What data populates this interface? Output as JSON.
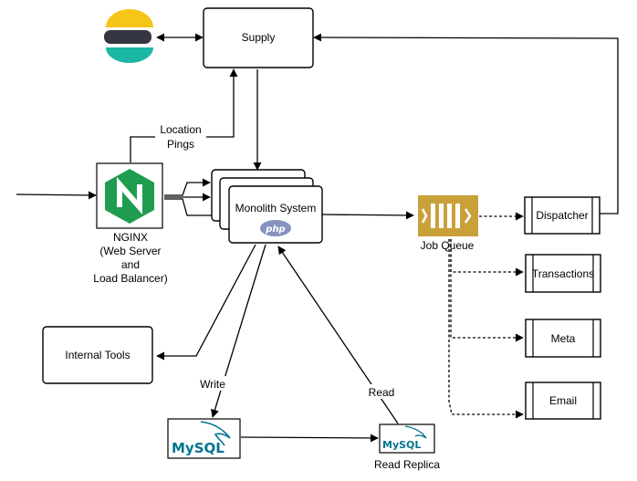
{
  "nodes": {
    "supply": "Supply",
    "nginx_title": "NGINX",
    "nginx_sub1": "(Web Server",
    "nginx_sub2": "and",
    "nginx_sub3": "Load Balancer)",
    "monolith": "Monolith System",
    "php_logo": "php",
    "job_queue": "Job Queue",
    "dispatcher": "Dispatcher",
    "transactions": "Transactions",
    "meta": "Meta",
    "email": "Email",
    "internal_tools": "Internal Tools",
    "mysql_logo": "MySQL",
    "mysql_replica_logo": "MySQL",
    "read_replica": "Read Replica"
  },
  "edge_labels": {
    "location_pings_1": "Location",
    "location_pings_2": "Pings",
    "write": "Write",
    "read": "Read"
  },
  "colors": {
    "nginx_green": "#1f9c4f",
    "queue_gold": "#c9a13a",
    "elastic_yellow": "#f5c518",
    "elastic_dark": "#343741",
    "elastic_teal": "#1bb7a5",
    "mysql_blue": "#00758f",
    "mysql_orange": "#e48e00",
    "php_purple": "#8892bf"
  },
  "icons": [
    "elastic-logo-icon",
    "nginx-logo-icon",
    "php-logo-icon",
    "queue-icon",
    "mysql-logo-icon"
  ]
}
